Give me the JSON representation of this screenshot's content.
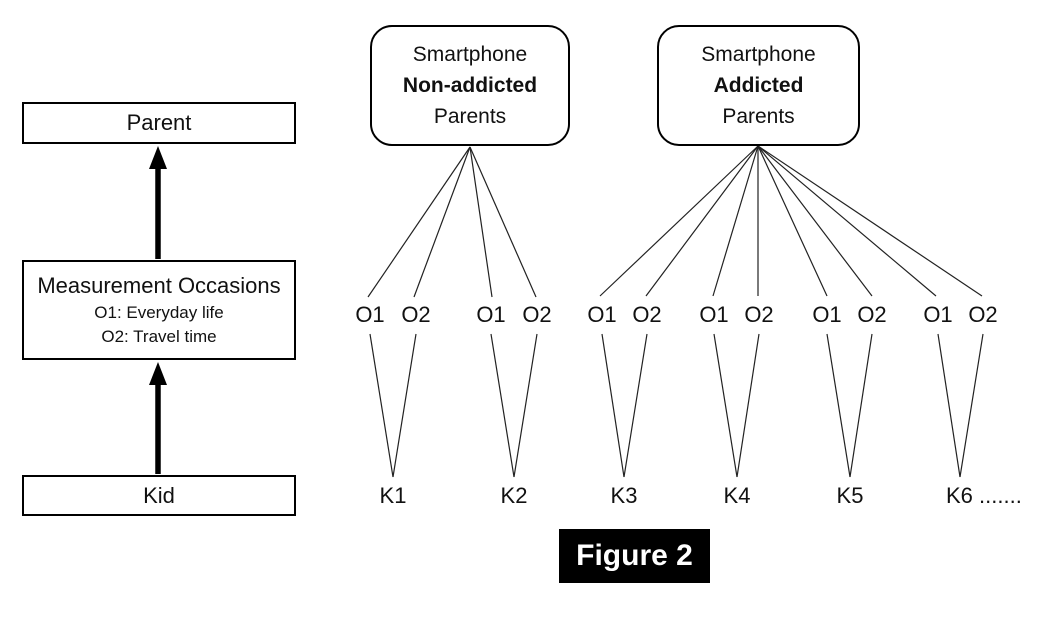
{
  "caption": "Figure 2",
  "left_panel": {
    "parent_label": "Parent",
    "measurement": {
      "title": "Measurement Occasions",
      "occasion1": "O1: Everyday life",
      "occasion2": "O2: Travel time"
    },
    "kid_label": "Kid"
  },
  "groups": [
    {
      "line1": "Smartphone",
      "line2": "Non-addicted",
      "line3": "Parents"
    },
    {
      "line1": "Smartphone",
      "line2": "Addicted",
      "line3": "Parents"
    }
  ],
  "pairs": [
    {
      "o1": "O1",
      "o2": "O2",
      "kid": "K1"
    },
    {
      "o1": "O1",
      "o2": "O2",
      "kid": "K2"
    },
    {
      "o1": "O1",
      "o2": "O2",
      "kid": "K3"
    },
    {
      "o1": "O1",
      "o2": "O2",
      "kid": "K4"
    },
    {
      "o1": "O1",
      "o2": "O2",
      "kid": "K5"
    },
    {
      "o1": "O1",
      "o2": "O2",
      "kid": "K6 ......."
    }
  ],
  "colors": {
    "line": "#000000",
    "caption_bg": "#000000",
    "caption_text": "#ffffff",
    "background": "#ffffff"
  }
}
